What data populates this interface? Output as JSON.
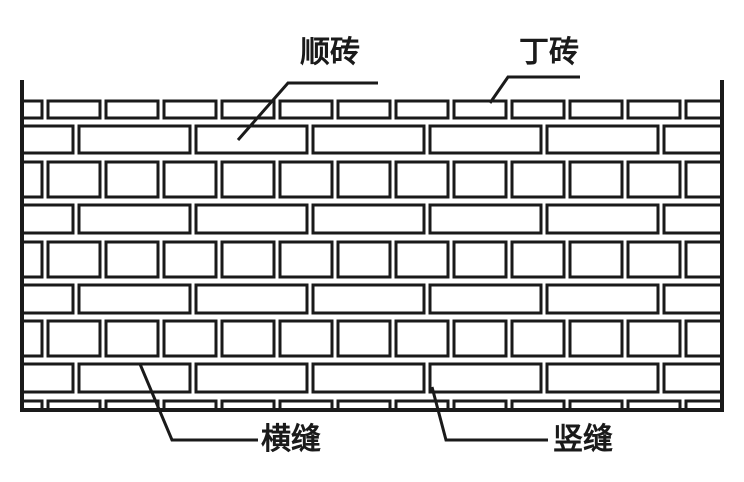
{
  "labels": {
    "stretcher": "顺砖",
    "header": "丁砖",
    "bed_joint": "横缝",
    "head_joint": "竖缝"
  },
  "colors": {
    "background": "#ffffff",
    "brick_fill": "#ffffff",
    "outline": "#1a1a1a"
  },
  "wall": {
    "courses": [
      "header-partial",
      "stretcher",
      "header",
      "stretcher",
      "header",
      "stretcher",
      "header",
      "stretcher",
      "header-partial"
    ]
  }
}
